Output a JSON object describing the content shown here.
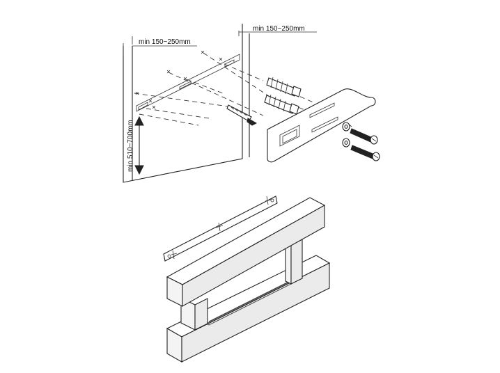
{
  "dimensions": {
    "top_right_spacing": "min 150~250mm",
    "top_left_spacing": "min 150~250mm",
    "floor_height": "min 510~700mm"
  },
  "colors": {
    "line": "#222222",
    "background": "#ffffff"
  }
}
